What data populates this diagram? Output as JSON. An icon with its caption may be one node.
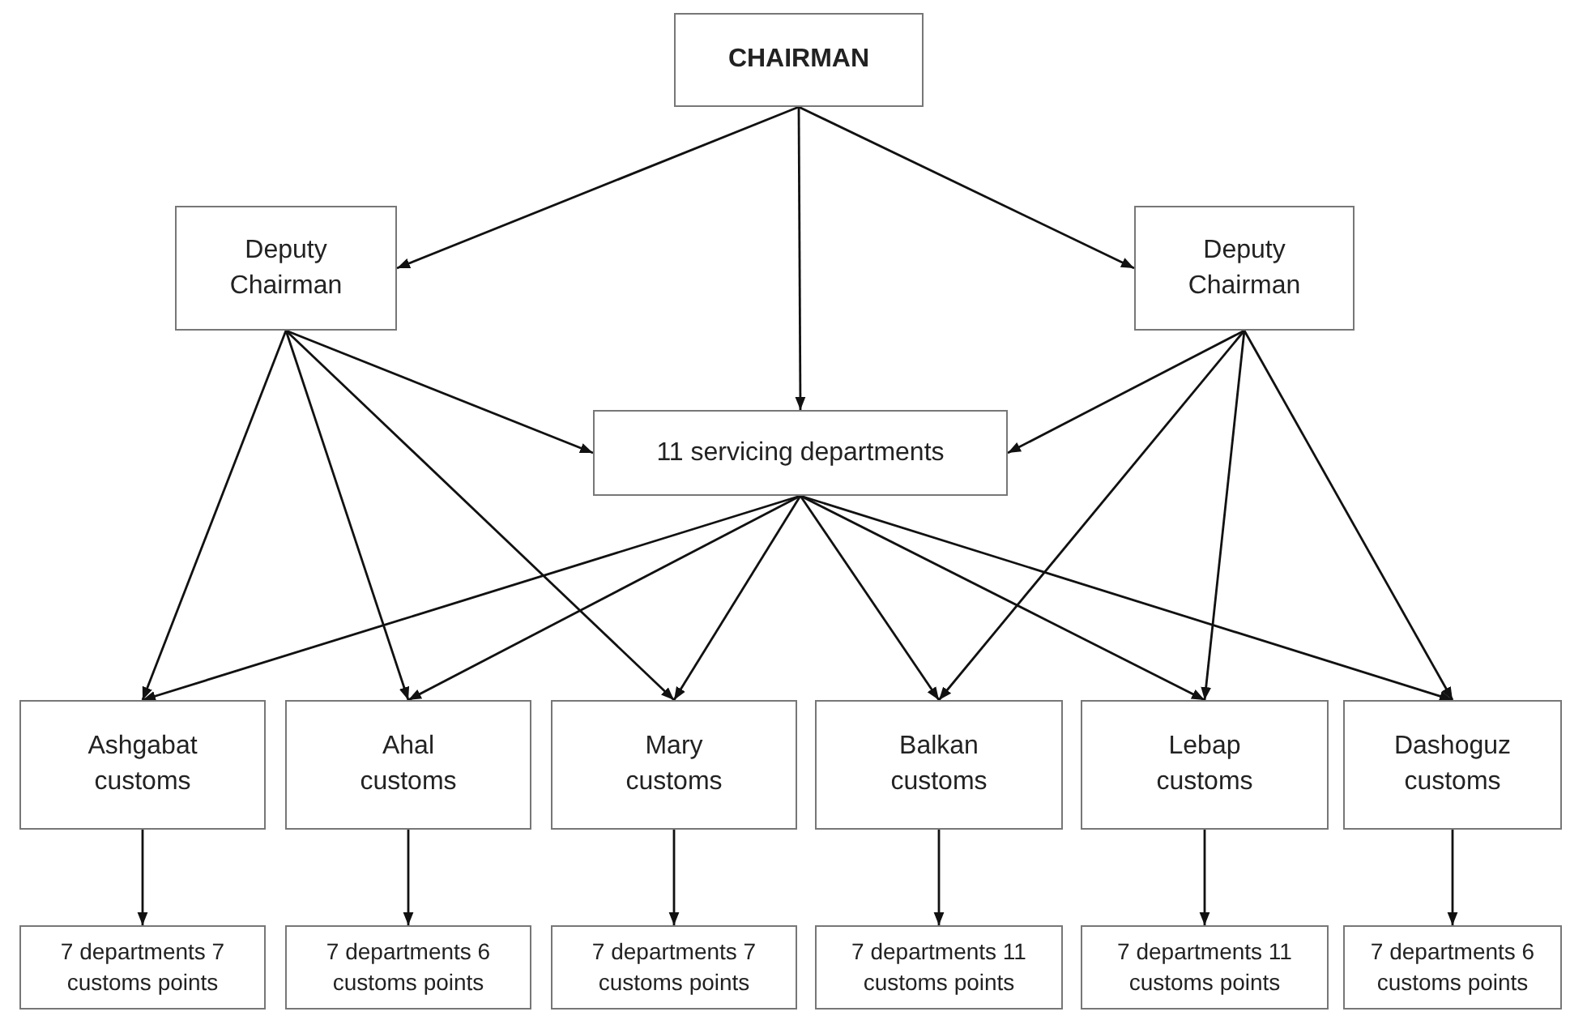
{
  "diagram": {
    "nodes": [
      {
        "text": [
          "CHAIRMAN"
        ]
      },
      {
        "text": [
          "Deputy Chairman"
        ]
      },
      {
        "text": [
          "Deputy Chairman"
        ]
      },
      {
        "text": [
          "11 servicing departments"
        ]
      },
      {
        "text": [
          "Ashgabat customs"
        ]
      },
      {
        "text": [
          "Ahal customs"
        ]
      },
      {
        "text": [
          "Mary customs"
        ]
      },
      {
        "text": [
          "Balkan customs"
        ]
      },
      {
        "text": [
          "Lebap customs"
        ]
      },
      {
        "text": [
          "Dashoguz customs"
        ]
      },
      {
        "text": [
          "7 departments 7 customs points"
        ]
      },
      {
        "text": [
          "7 departments 6 customs points"
        ]
      },
      {
        "text": [
          "7 departments 7 customs points"
        ]
      },
      {
        "text": [
          "7 departments 11 customs points"
        ]
      },
      {
        "text": [
          "7 departments 11 customs points"
        ]
      },
      {
        "text": [
          "7 departments 6 customs points"
        ]
      }
    ],
    "edges": [
      {
        "from": 0,
        "to": 1,
        "arrow": "to"
      },
      {
        "from": 0,
        "to": 3,
        "arrow": "to"
      },
      {
        "from": 0,
        "to": 2,
        "arrow": "to"
      },
      {
        "from": 1,
        "to": 3,
        "arrow": "to"
      },
      {
        "from": 2,
        "to": 3,
        "arrow": "to"
      },
      {
        "from": 1,
        "to": 4,
        "arrow": "to"
      },
      {
        "from": 1,
        "to": 5,
        "arrow": "to"
      },
      {
        "from": 1,
        "to": 6,
        "arrow": "to"
      },
      {
        "from": 2,
        "to": 7,
        "arrow": "to"
      },
      {
        "from": 2,
        "to": 8,
        "arrow": "to"
      },
      {
        "from": 2,
        "to": 9,
        "arrow": "to"
      },
      {
        "from": 3,
        "to": 4,
        "arrow": "to"
      },
      {
        "from": 3,
        "to": 5,
        "arrow": "to"
      },
      {
        "from": 3,
        "to": 6,
        "arrow": "to"
      },
      {
        "from": 3,
        "to": 7,
        "arrow": "to"
      },
      {
        "from": 3,
        "to": 8,
        "arrow": "to"
      },
      {
        "from": 3,
        "to": 9,
        "arrow": "to"
      },
      {
        "from": 4,
        "to": 10,
        "arrow": "to"
      },
      {
        "from": 5,
        "to": 11,
        "arrow": "to"
      },
      {
        "from": 6,
        "to": 12,
        "arrow": "to"
      },
      {
        "from": 7,
        "to": 13,
        "arrow": "to"
      },
      {
        "from": 8,
        "to": 14,
        "arrow": "to"
      },
      {
        "from": 9,
        "to": 15,
        "arrow": "to"
      }
    ]
  }
}
